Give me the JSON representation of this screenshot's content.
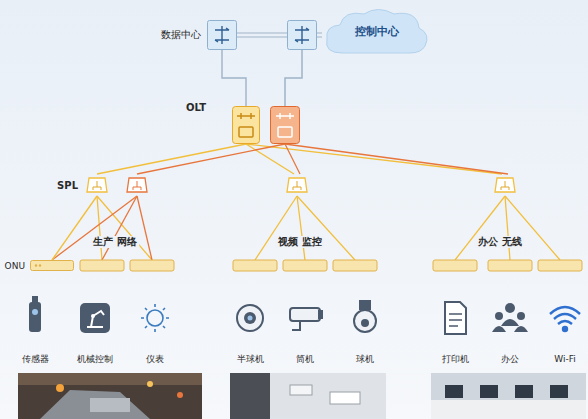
{
  "diagram": {
    "nodes": [
      {
        "text": [
          "数据中心"
        ]
      },
      {
        "text": [
          "控制中心"
        ]
      },
      {
        "text": [
          "OLT"
        ]
      },
      {
        "text": [
          "SPL"
        ]
      },
      {
        "text": [
          "ONU"
        ]
      }
    ],
    "edges": [
      {
        "from": 0,
        "to": 1,
        "arrow": "none"
      },
      {
        "from": 0,
        "to": 2,
        "arrow": "none"
      },
      {
        "from": 2,
        "to": 3,
        "arrow": "none"
      },
      {
        "from": 3,
        "to": 4,
        "arrow": "none"
      }
    ],
    "labels": [
      "生产 网络",
      "视频 监控",
      "办公 无线",
      "传感器",
      "机械控制",
      "仪表",
      "半球机",
      "筒机",
      "球机",
      "打印机",
      "办公",
      "Wi-Fi"
    ]
  }
}
